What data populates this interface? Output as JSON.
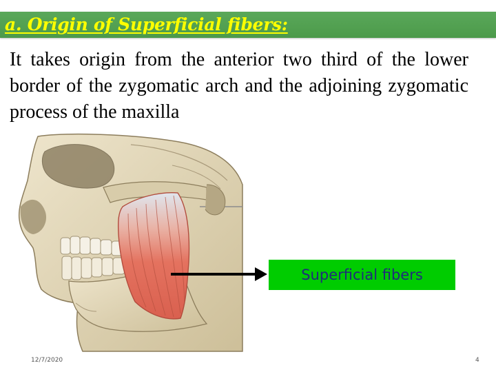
{
  "slide": {
    "title": "a. Origin of Superficial fibers:",
    "body": "It takes origin from the anterior two third of the lower border of the zygomatic arch and the adjoining zygomatic process of the maxilla",
    "label": "Superficial fibers",
    "date": "12/7/2020",
    "page_number": "4"
  },
  "colors": {
    "title_bar": "#4f9e4d",
    "title_text": "#ffff00",
    "label_box": "#00cc00",
    "label_text": "#1f2d7a",
    "muscle": "#e0705e",
    "bone": "#e6d9b8"
  },
  "icons": {
    "arrow": "right-arrow-icon"
  }
}
